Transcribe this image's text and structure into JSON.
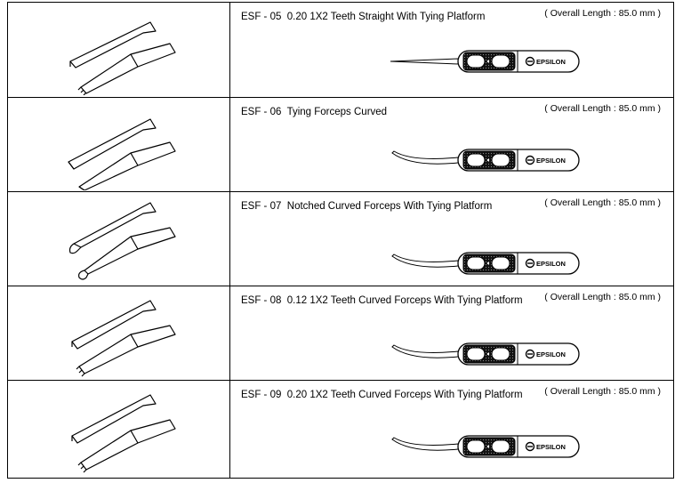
{
  "products": [
    {
      "code": "ESF - 05",
      "title": "0.20 1X2 Teeth Straight With Tying Platform",
      "length": "( Overall Length : 85.0 mm )",
      "tip_icon": "straight-teeth-tip-icon",
      "instrument_icon": "straight-forceps-icon"
    },
    {
      "code": "ESF - 06",
      "title": "Tying Forceps Curved",
      "length": "( Overall Length : 85.0 mm )",
      "tip_icon": "plain-tip-icon",
      "instrument_icon": "curved-forceps-icon"
    },
    {
      "code": "ESF - 07",
      "title": "Notched Curved Forceps With Tying Platform",
      "length": "( Overall Length : 85.0 mm )",
      "tip_icon": "notched-tip-icon",
      "instrument_icon": "curved-forceps-icon"
    },
    {
      "code": "ESF - 08",
      "title": "0.12 1X2 Teeth Curved Forceps With Tying Platform",
      "length": "( Overall Length : 85.0 mm )",
      "tip_icon": "fine-teeth-tip-icon",
      "instrument_icon": "curved-forceps-icon"
    },
    {
      "code": "ESF - 09",
      "title": "0.20 1X2 Teeth Curved Forceps With Tying Platform",
      "length": "( Overall Length : 85.0 mm )",
      "tip_icon": "teeth-tip-icon",
      "instrument_icon": "curved-forceps-icon"
    }
  ],
  "brand": "EPSILON"
}
